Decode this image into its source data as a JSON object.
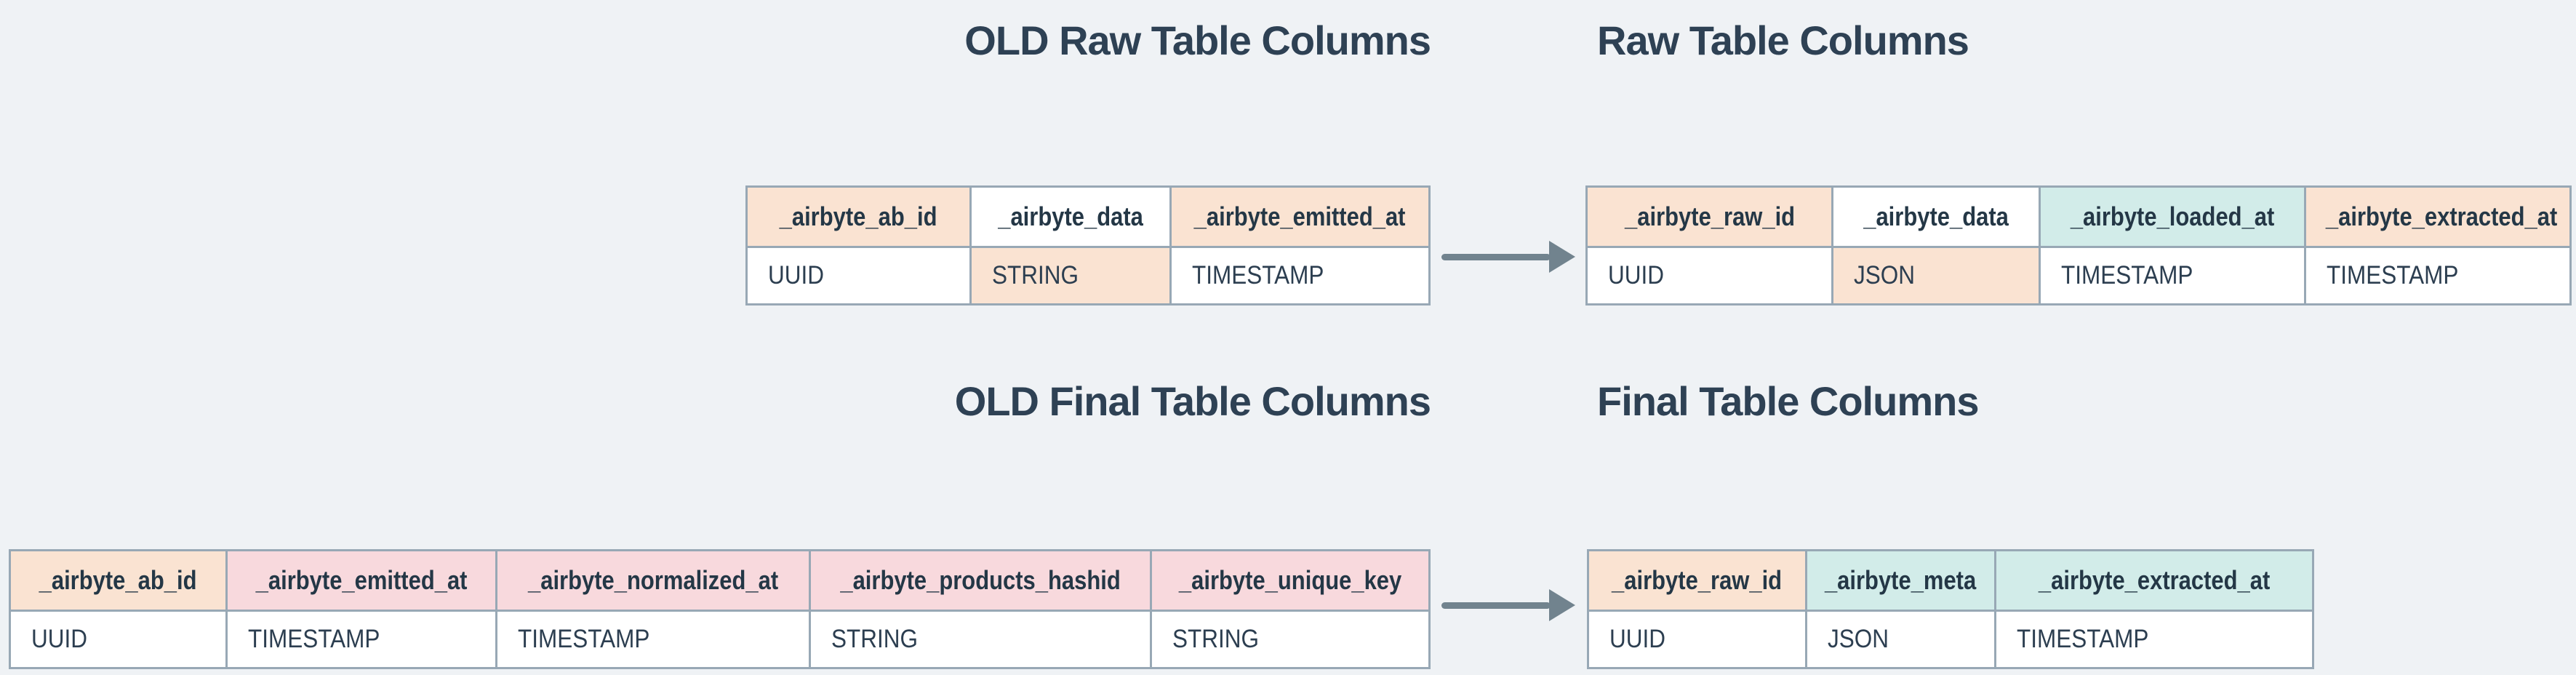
{
  "colors": {
    "background": "#eff2f5",
    "border": "#98a8b5",
    "arrow": "#71838e",
    "header_text": "#243746",
    "cell_text": "#2c3e50",
    "title_text": "#2e4154",
    "peach": "#fae3d2",
    "pink": "#f8d9dd",
    "teal": "#d2ece9",
    "white": "#ffffff"
  },
  "titles": {
    "old_raw": "OLD Raw Table Columns",
    "raw": "Raw Table Columns",
    "old_final": "OLD Final Table Columns",
    "final": "Final Table Columns"
  },
  "tables": {
    "old_raw": {
      "columns": [
        {
          "header": "_airbyte_ab_id",
          "type": "UUID",
          "header_bg": "peach",
          "type_bg": "white",
          "width_pct": 32.8
        },
        {
          "header": "_airbyte_data",
          "type": "STRING",
          "header_bg": "white",
          "type_bg": "peach",
          "width_pct": 29.2
        },
        {
          "header": "_airbyte_emitted_at",
          "type": "TIMESTAMP",
          "header_bg": "peach",
          "type_bg": "white",
          "width_pct": 38.0
        }
      ]
    },
    "raw": {
      "columns": [
        {
          "header": "_airbyte_raw_id",
          "type": "UUID",
          "header_bg": "peach",
          "type_bg": "white",
          "width_pct": 25.0
        },
        {
          "header": "_airbyte_data",
          "type": "JSON",
          "header_bg": "white",
          "type_bg": "peach",
          "width_pct": 21.0
        },
        {
          "header": "_airbyte_loaded_at",
          "type": "TIMESTAMP",
          "header_bg": "teal",
          "type_bg": "white",
          "width_pct": 27.0
        },
        {
          "header": "_airbyte_extracted_at",
          "type": "TIMESTAMP",
          "header_bg": "peach",
          "type_bg": "white",
          "width_pct": 27.0
        }
      ]
    },
    "old_final": {
      "columns": [
        {
          "header": "_airbyte_ab_id",
          "type": "UUID",
          "header_bg": "peach",
          "type_bg": "white",
          "width_pct": 15.2
        },
        {
          "header": "_airbyte_emitted_at",
          "type": "TIMESTAMP",
          "header_bg": "pink",
          "type_bg": "white",
          "width_pct": 19.0
        },
        {
          "header": "_airbyte_normalized_at",
          "type": "TIMESTAMP",
          "header_bg": "pink",
          "type_bg": "white",
          "width_pct": 22.1
        },
        {
          "header": "_airbyte_products_hashid",
          "type": "STRING",
          "header_bg": "pink",
          "type_bg": "white",
          "width_pct": 24.1
        },
        {
          "header": "_airbyte_unique_key",
          "type": "STRING",
          "header_bg": "pink",
          "type_bg": "white",
          "width_pct": 19.6
        }
      ]
    },
    "final": {
      "columns": [
        {
          "header": "_airbyte_raw_id",
          "type": "UUID",
          "header_bg": "peach",
          "type_bg": "white",
          "width_pct": 30.0
        },
        {
          "header": "_airbyte_meta",
          "type": "JSON",
          "header_bg": "teal",
          "type_bg": "white",
          "width_pct": 26.0
        },
        {
          "header": "_airbyte_extracted_at",
          "type": "TIMESTAMP",
          "header_bg": "teal",
          "type_bg": "white",
          "width_pct": 44.0
        }
      ]
    }
  }
}
